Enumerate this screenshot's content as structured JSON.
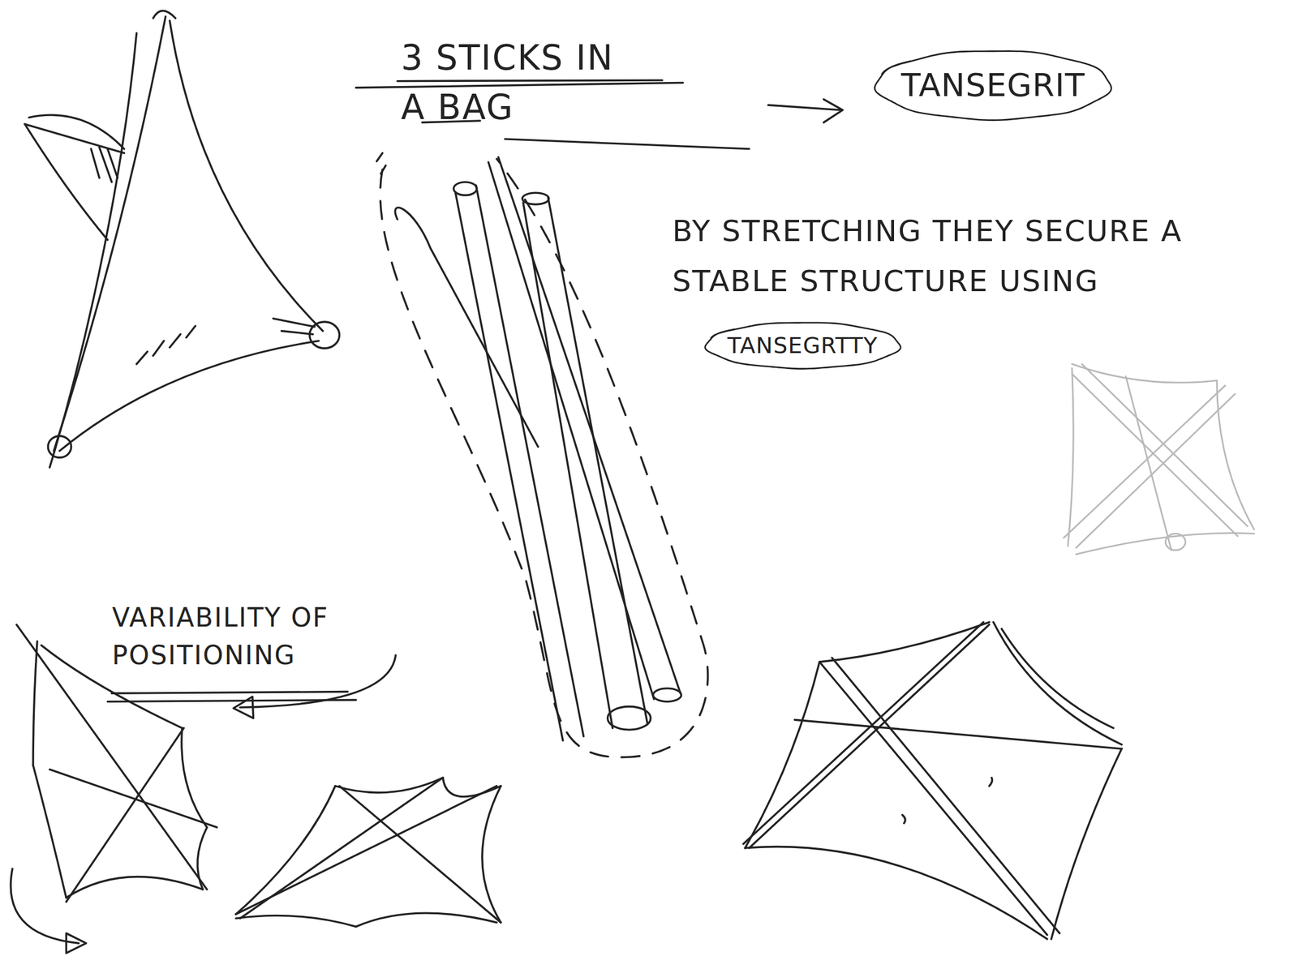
{
  "diagram": {
    "title": "3 STICKS IN A BAG",
    "nodes": [
      {
        "text": [
          "TANSEGRIT"
        ]
      },
      {
        "text": [
          "TANSEGRTTY"
        ]
      }
    ],
    "labels": [
      "BY STRETCHING THEY SECURE A STABLE STRUCTURE USING",
      "VARIABILITY OF POSITIONING"
    ]
  }
}
